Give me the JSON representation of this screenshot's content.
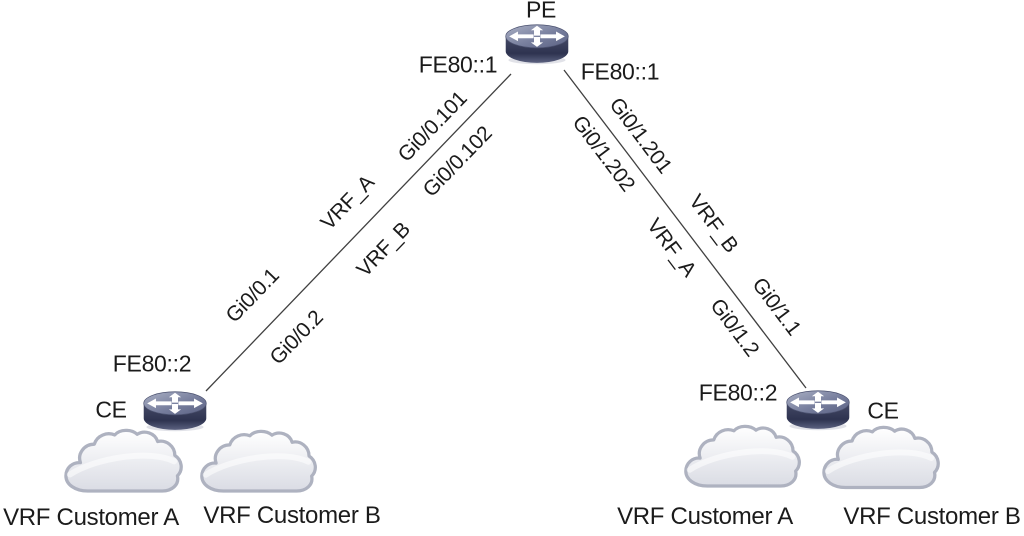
{
  "figure": {
    "kind": "network-topology-diagram"
  },
  "nodes": {
    "pe": {
      "label": "PE",
      "left_interface_address": "FE80::1",
      "right_interface_address": "FE80::1"
    },
    "ce_left": {
      "label": "CE",
      "interface_address": "FE80::2"
    },
    "ce_right": {
      "label": "CE",
      "interface_address": "FE80::2"
    }
  },
  "links": {
    "left": {
      "above": [
        "Gi0/0.1",
        "VRF_A",
        "Gi0/0.101"
      ],
      "below": [
        "Gi0/0.2",
        "VRF_B",
        "Gi0/0.102"
      ]
    },
    "right": {
      "above": [
        "Gi0/1.201",
        "VRF_B",
        "Gi0/1.1"
      ],
      "below": [
        "Gi0/1.202",
        "VRF_A",
        "Gi0/1.2"
      ]
    }
  },
  "clouds": {
    "left_a": {
      "label": "VRF Customer A"
    },
    "left_b": {
      "label": "VRF Customer B"
    },
    "right_a": {
      "label": "VRF Customer A"
    },
    "right_b": {
      "label": "VRF Customer B"
    }
  },
  "icons": {
    "router": "cisco-router-icon",
    "cloud": "network-cloud-icon"
  },
  "colors": {
    "background": "#ffffff",
    "text": "#1b1b1b",
    "line": "#404040",
    "router_top": "#7d84a2",
    "router_body": "#33384f",
    "cloud_border": "#aeb2c0",
    "cloud_fill": "#f2f3f7"
  }
}
